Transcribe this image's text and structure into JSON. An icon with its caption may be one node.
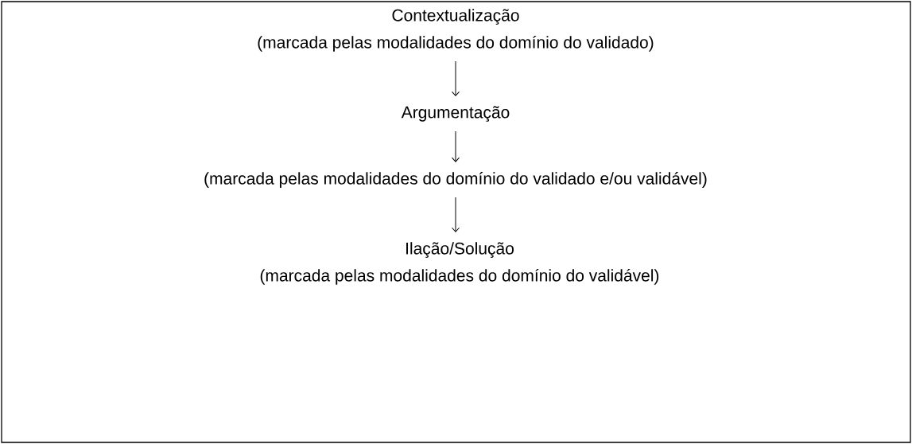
{
  "diagram": {
    "nodes": [
      {
        "text": [],
        "shape": "box"
      },
      {
        "text": [
          "Contextualização",
          "(marcada pelas modalidades do domínio do validado)"
        ],
        "in": 0
      },
      {
        "text": [
          "Argumentação"
        ],
        "in": 0
      },
      {
        "text": [
          "(marcada pelas modalidades do domínio do validado e/ou validável)"
        ],
        "in": 0
      },
      {
        "text": [
          "Ilação/Solução",
          "(marcada pelas modalidades do domínio do validável)"
        ],
        "in": 0
      }
    ],
    "edges": [
      {
        "from": 1,
        "to": 2,
        "arrow": "to"
      },
      {
        "from": 2,
        "to": 3,
        "arrow": "to"
      },
      {
        "from": 3,
        "to": 4,
        "arrow": "to"
      }
    ]
  }
}
